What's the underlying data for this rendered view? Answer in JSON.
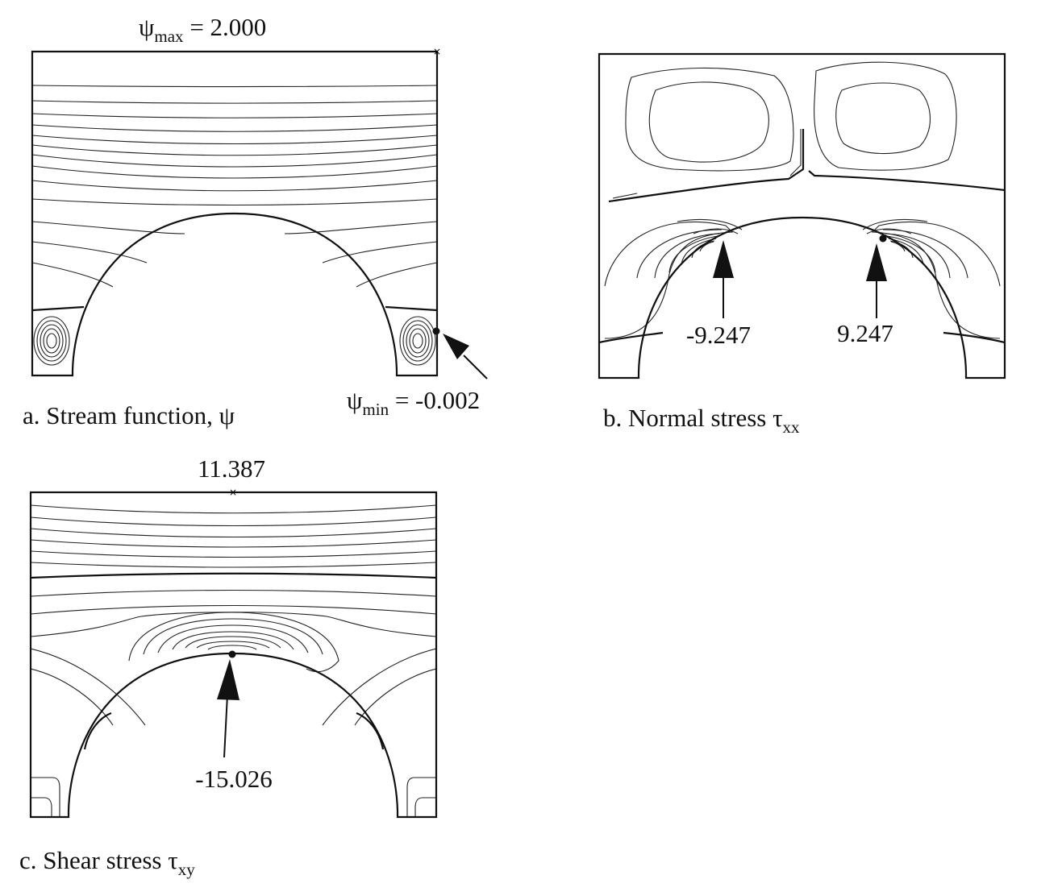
{
  "panel_a": {
    "max_symbol": "ψ",
    "max_sub": "max",
    "max_value": " = 2.000",
    "min_symbol": "ψ",
    "min_sub": "min",
    "min_value": " = -0.002",
    "caption": "a. Stream function, ψ"
  },
  "panel_b": {
    "caption_text": "b. Normal stress τ",
    "caption_sub": "xx",
    "left_value": "-9.247",
    "right_value": "9.247"
  },
  "panel_c": {
    "top_value": "11.387",
    "bottom_value": "-15.026",
    "caption_text": "c. Shear stress τ",
    "caption_sub": "xy"
  }
}
